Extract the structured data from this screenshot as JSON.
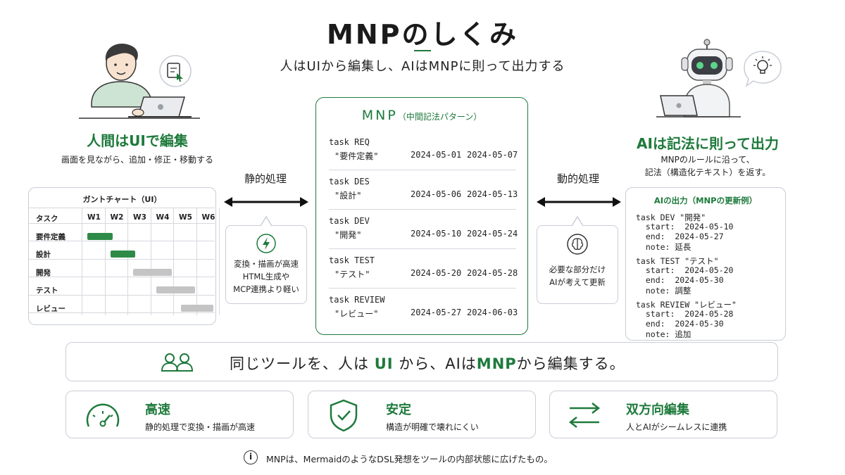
{
  "header": {
    "title": "MNPのしくみ",
    "subtitle": "人はUIから編集し、AIはMNPに則って出力する"
  },
  "left": {
    "heading": "人間はUIで編集",
    "sub": "画面を見ながら、追加・修正・移動する"
  },
  "right": {
    "heading": "AIは記法に則って出力",
    "sub_line1": "MNPのルールに沿って、",
    "sub_line2": "記法（構造化テキスト）を返す。"
  },
  "gantt": {
    "title": "ガントチャート（UI）",
    "task_header": "タスク",
    "weeks": [
      "W1",
      "W2",
      "W3",
      "W4",
      "W5",
      "W6"
    ],
    "rows": [
      {
        "name": "要件定義",
        "start": 0.0,
        "end": 1.1,
        "status": "done"
      },
      {
        "name": "設計",
        "start": 1.0,
        "end": 2.1,
        "status": "done"
      },
      {
        "name": "開発",
        "start": 2.0,
        "end": 3.7,
        "status": "planned"
      },
      {
        "name": "テスト",
        "start": 3.0,
        "end": 4.7,
        "status": "planned"
      },
      {
        "name": "レビュー",
        "start": 4.1,
        "end": 5.5,
        "status": "planned"
      }
    ]
  },
  "static": {
    "label": "静的処理",
    "line1": "変換・描画が高速",
    "line2": "HTML生成や",
    "line3": "MCP連携より軽い"
  },
  "dynamic": {
    "label": "動的処理",
    "line1": "必要な部分だけ",
    "line2": "AIが考えて更新"
  },
  "mnp": {
    "title": "MNP",
    "title_note": "（中間記法パターン）",
    "tasks": [
      {
        "line1": "task REQ",
        "name": "\"要件定義\"",
        "start": "2024-05-01",
        "end": "2024-05-07"
      },
      {
        "line1": "task DES",
        "name": "\"設計\"",
        "start": "2024-05-06",
        "end": "2024-05-13"
      },
      {
        "line1": "task DEV",
        "name": "\"開発\"",
        "start": "2024-05-10",
        "end": "2024-05-24"
      },
      {
        "line1": "task TEST",
        "name": "\"テスト\"",
        "start": "2024-05-20",
        "end": "2024-05-28"
      },
      {
        "line1": "task REVIEW",
        "name": "\"レビュー\"",
        "start": "2024-05-27",
        "end": "2024-06-03"
      }
    ]
  },
  "output": {
    "title": "AIの出力（MNPの更新例）",
    "lines": [
      "task DEV \"開発\"",
      "  start:  2024-05-10",
      "  end:  2024-05-27",
      "  note: 延長",
      "task TEST \"テスト\"",
      "  start:  2024-05-20",
      "  end:  2024-05-30",
      "  note: 調整",
      "task REVIEW \"レビュー\"",
      "  start:  2024-05-28",
      "  end:  2024-05-30",
      "  note: 追加"
    ]
  },
  "banner": {
    "part1": "同じツールを、人は ",
    "ui": "UI",
    "part2": " から、AIは",
    "mnp": "MNP",
    "part3": "から編集する。"
  },
  "features": [
    {
      "title": "高速",
      "sub": "静的処理で変換・描画が高速",
      "icon": "speedometer-icon"
    },
    {
      "title": "安定",
      "sub": "構造が明確で壊れにくい",
      "icon": "shield-check-icon"
    },
    {
      "title": "双方向編集",
      "sub": "人とAIがシームレスに連携",
      "icon": "bidirectional-arrows-icon"
    }
  ],
  "footnote": {
    "icon_glyph": "i",
    "text": "MNPは、MermaidのようなDSL発想をツールの内部状態に広げたもの。"
  },
  "colors": {
    "accent": "#1e7a3c",
    "bar_done": "#2e8b47",
    "bar_planned": "#c4c4c4",
    "border": "#c9cdd6"
  }
}
